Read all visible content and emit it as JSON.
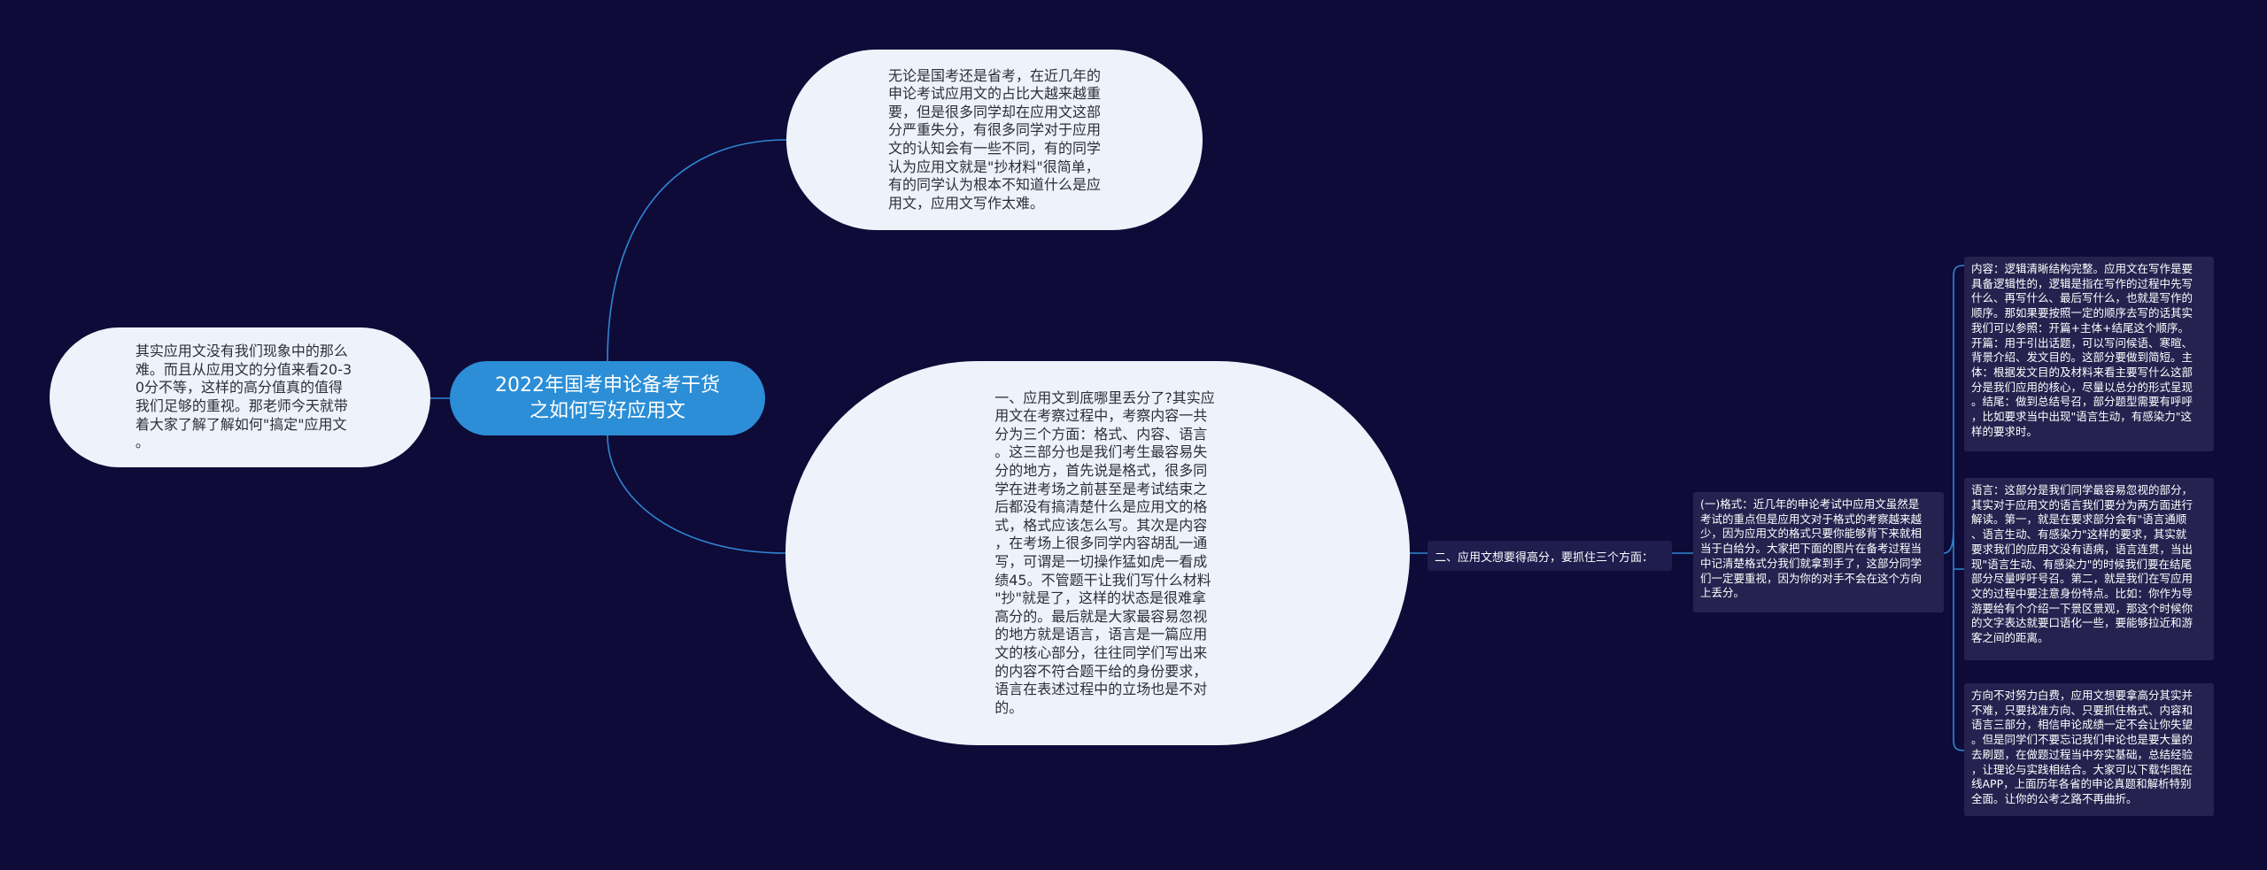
{
  "root": {
    "title": "2022年国考申论备考干货\n之如何写好应用文"
  },
  "top_bubble": {
    "text": "无论是国考还是省考，在近几年的\n申论考试应用文的占比大越来越重\n要，但是很多同学却在应用文这部\n分严重失分，有很多同学对于应用\n文的认知会有一些不同，有的同学\n认为应用文就是\"抄材料\"很简单，\n有的同学认为根本不知道什么是应\n用文，应用文写作太难。"
  },
  "left_bubble": {
    "text": "其实应用文没有我们现象中的那么\n难。而且从应用文的分值来看20-3\n0分不等，这样的高分值真的值得\n我们足够的重视。那老师今天就带\n着大家了解了解如何\"搞定\"应用文\n。"
  },
  "mid_bubble": {
    "text": "一、应用文到底哪里丢分了?其实应\n用文在考察过程中，考察内容一共\n分为三个方面：格式、内容、语言\n。这三部分也是我们考生最容易失\n分的地方，首先说是格式，很多同\n学在进考场之前甚至是考试结束之\n后都没有搞清楚什么是应用文的格\n式，格式应该怎么写。其次是内容\n，在考场上很多同学内容胡乱一通\n写，可谓是一切操作猛如虎一看成\n绩45。不管题干让我们写什么材料\n\"抄\"就是了，这样的状态是很难拿\n高分的。最后就是大家最容易忽视\n的地方就是语言，语言是一篇应用\n文的核心部分，往往同学们写出来\n的内容不符合题干给的身份要求，\n语言在表述过程中的立场也是不对\n的。"
  },
  "section_two": {
    "label": "二、应用文想要得高分，要抓住三个方面："
  },
  "format_box": {
    "text": "(一)格式：近几年的申论考试中应用文虽然是\n考试的重点但是应用文对于格式的考察越来越\n少，因为应用文的格式只要你能够背下来就相\n当于白给分。大家把下面的图片在备考过程当\n中记清楚格式分我们就拿到手了，这部分同学\n们一定要重视，因为你的对手不会在这个方向\n上丢分。"
  },
  "right_boxes": [
    {
      "text": "内容：逻辑清晰结构完整。应用文在写作是要\n具备逻辑性的，逻辑是指在写作的过程中先写\n什么、再写什么、最后写什么，也就是写作的\n顺序。那如果要按照一定的顺序去写的话其实\n我们可以参照：开篇+主体+结尾这个顺序。\n开篇：用于引出话题，可以写问候语、寒暄、\n背景介绍、发文目的。这部分要做到简短。主\n体：根据发文目的及材料来看主要写什么这部\n分是我们应用的核心，尽量以总分的形式呈现\n。结尾：做到总结号召，部分题型需要有呼呼\n，比如要求当中出现\"语言生动，有感染力\"这\n样的要求时。"
    },
    {
      "text": "语言：这部分是我们同学最容易忽视的部分，\n其实对于应用文的语言我们要分为两方面进行\n解读。第一，就是在要求部分会有\"语言通顺\n、语言生动、有感染力\"这样的要求，其实就\n要求我们的应用文没有语病，语言连贯，当出\n现\"语言生动、有感染力\"的时候我们要在结尾\n部分尽量呼吁号召。第二，就是我们在写应用\n文的过程中要注意身份特点。比如：你作为导\n游要给有个介绍一下景区景观，那这个时候你\n的文字表达就要口语化一些，要能够拉近和游\n客之间的距离。"
    },
    {
      "text": "方向不对努力白费，应用文想要拿高分其实并\n不难，只要找准方向、只要抓住格式、内容和\n语言三部分，相信申论成绩一定不会让你失望\n。但是同学们不要忘记我们申论也是要大量的\n去刷题，在做题过程当中夯实基础，总结经验\n，让理论与实践相结合。大家可以下载华图在\n线APP，上面历年各省的申论真题和解析特别\n全面。让你的公考之路不再曲折。"
    }
  ],
  "colors": {
    "background": "#0e0b38",
    "root": "#2b8ed6",
    "connector": "#2f86d4",
    "bubble": "#eef3fb",
    "box": "#26224f"
  }
}
